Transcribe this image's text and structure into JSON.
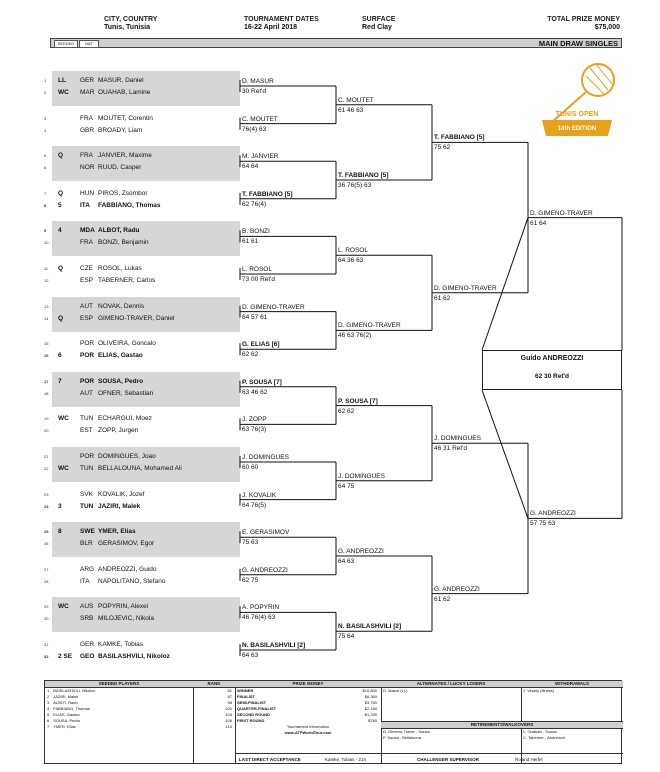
{
  "header": {
    "city_label": "CITY, COUNTRY",
    "city": "Tunis, Tunisia",
    "dates_label": "TOURNAMENT DATES",
    "dates": "16-22 April 2018",
    "surface_label": "SURFACE",
    "surface": "Red Clay",
    "prize_label": "TOTAL PRIZE MONEY",
    "prize": "$75,000",
    "box1": "SEEDED",
    "box2": "NAT",
    "title": "MAIN DRAW SINGLES"
  },
  "logo": {
    "line1": "TUNIS OPEN",
    "line2": "14th EDITION",
    "accent": "#e8a21a"
  },
  "r1": [
    {
      "num": "1",
      "seed": "LL",
      "nat": "GER",
      "name": "MASUR, Daniel",
      "bold": false
    },
    {
      "num": "2",
      "seed": "WC",
      "nat": "MAR",
      "name": "OUAHAB, Lamine",
      "bold": false
    },
    {
      "num": "3",
      "seed": "",
      "nat": "FRA",
      "name": "MOUTET, Corentin",
      "bold": false
    },
    {
      "num": "4",
      "seed": "",
      "nat": "GBR",
      "name": "BROADY, Liam",
      "bold": false
    },
    {
      "num": "5",
      "seed": "Q",
      "nat": "FRA",
      "name": "JANVIER, Maxime",
      "bold": false
    },
    {
      "num": "6",
      "seed": "",
      "nat": "NOR",
      "name": "RUUD, Casper",
      "bold": false
    },
    {
      "num": "7",
      "seed": "Q",
      "nat": "HUN",
      "name": "PIROS, Zsombor",
      "bold": false
    },
    {
      "num": "8",
      "seed": "5",
      "nat": "ITA",
      "name": "FABBIANO, Thomas",
      "bold": true
    },
    {
      "num": "9",
      "seed": "4",
      "nat": "MDA",
      "name": "ALBOT, Radu",
      "bold": true
    },
    {
      "num": "10",
      "seed": "",
      "nat": "FRA",
      "name": "BONZI, Benjamin",
      "bold": false
    },
    {
      "num": "11",
      "seed": "Q",
      "nat": "CZE",
      "name": "ROSOL, Lukas",
      "bold": false
    },
    {
      "num": "12",
      "seed": "",
      "nat": "ESP",
      "name": "TABERNER, Carlos",
      "bold": false
    },
    {
      "num": "13",
      "seed": "",
      "nat": "AUT",
      "name": "NOVAK, Dennis",
      "bold": false
    },
    {
      "num": "14",
      "seed": "Q",
      "nat": "ESP",
      "name": "GIMENO-TRAVER, Daniel",
      "bold": false
    },
    {
      "num": "15",
      "seed": "",
      "nat": "POR",
      "name": "OLIVEIRA, Goncalo",
      "bold": false
    },
    {
      "num": "16",
      "seed": "6",
      "nat": "POR",
      "name": "ELIAS, Gastao",
      "bold": true
    },
    {
      "num": "17",
      "seed": "7",
      "nat": "POR",
      "name": "SOUSA, Pedro",
      "bold": true
    },
    {
      "num": "18",
      "seed": "",
      "nat": "AUT",
      "name": "OFNER, Sebastian",
      "bold": false
    },
    {
      "num": "19",
      "seed": "WC",
      "nat": "TUN",
      "name": "ECHARGUI, Moez",
      "bold": false
    },
    {
      "num": "20",
      "seed": "",
      "nat": "EST",
      "name": "ZOPP, Jurgen",
      "bold": false
    },
    {
      "num": "21",
      "seed": "",
      "nat": "POR",
      "name": "DOMINGUES, Joao",
      "bold": false
    },
    {
      "num": "22",
      "seed": "WC",
      "nat": "TUN",
      "name": "BELLALOUNA, Mohamed Ali",
      "bold": false
    },
    {
      "num": "23",
      "seed": "",
      "nat": "SVK",
      "name": "KOVALIK, Jozef",
      "bold": false
    },
    {
      "num": "24",
      "seed": "3",
      "nat": "TUN",
      "name": "JAZIRI, Malek",
      "bold": true
    },
    {
      "num": "25",
      "seed": "8",
      "nat": "SWE",
      "name": "YMER, Elias",
      "bold": true
    },
    {
      "num": "26",
      "seed": "",
      "nat": "BLR",
      "name": "GERASIMOV, Egor",
      "bold": false
    },
    {
      "num": "27",
      "seed": "",
      "nat": "ARG",
      "name": "ANDREOZZI, Guido",
      "bold": false
    },
    {
      "num": "28",
      "seed": "",
      "nat": "ITA",
      "name": "NAPOLITANO, Stefano",
      "bold": false
    },
    {
      "num": "29",
      "seed": "WC",
      "nat": "AUS",
      "name": "POPYRIN, Alexei",
      "bold": false
    },
    {
      "num": "30",
      "seed": "",
      "nat": "SRB",
      "name": "MILOJEVIC, Nikola",
      "bold": false
    },
    {
      "num": "31",
      "seed": "",
      "nat": "GER",
      "name": "KAMKE, Tobias",
      "bold": false
    },
    {
      "num": "32",
      "seed": "2 SE",
      "nat": "GEO",
      "name": "BASILASHVILI, Nikoloz",
      "bold": true
    }
  ],
  "r2": [
    {
      "name": "D. MASUR",
      "score": "30 Ret'd",
      "bold": false
    },
    {
      "name": "C. MOUTET",
      "score": "76(4) 63",
      "bold": false
    },
    {
      "name": "M. JANVIER",
      "score": "64 64",
      "bold": false
    },
    {
      "name": "T. FABBIANO [5]",
      "score": "62 76(4)",
      "bold": true
    },
    {
      "name": "B. BONZI",
      "score": "61 61",
      "bold": false
    },
    {
      "name": "L. ROSOL",
      "score": "73 00 Ret'd",
      "bold": false
    },
    {
      "name": "D. GIMENO-TRAVER",
      "score": "64 57 61",
      "bold": false
    },
    {
      "name": "G. ELIAS [6]",
      "score": "62 62",
      "bold": true
    },
    {
      "name": "P. SOUSA [7]",
      "score": "63 46 62",
      "bold": true
    },
    {
      "name": "J. ZOPP",
      "score": "63 76(3)",
      "bold": false
    },
    {
      "name": "J. DOMINGUES",
      "score": "60 60",
      "bold": false
    },
    {
      "name": "J. KOVALIK",
      "score": "64 76(5)",
      "bold": false
    },
    {
      "name": "E. GERASIMOV",
      "score": "75 63",
      "bold": false
    },
    {
      "name": "G. ANDREOZZI",
      "score": "62 75",
      "bold": false
    },
    {
      "name": "A. POPYRIN",
      "score": "46 76(4) 63",
      "bold": false
    },
    {
      "name": "N. BASILASHVILI [2]",
      "score": "64 63",
      "bold": true
    }
  ],
  "r3": [
    {
      "name": "C. MOUTET",
      "score": "61 46 63",
      "bold": false
    },
    {
      "name": "T. FABBIANO [5]",
      "score": "36 76(5) 63",
      "bold": true
    },
    {
      "name": "L. ROSOL",
      "score": "64 36 63",
      "bold": false
    },
    {
      "name": "D. GIMENO-TRAVER",
      "score": "46 63 76(2)",
      "bold": false
    },
    {
      "name": "P. SOUSA [7]",
      "score": "62 62",
      "bold": true
    },
    {
      "name": "J. DOMINGUES",
      "score": "64 75",
      "bold": false
    },
    {
      "name": "G. ANDREOZZI",
      "score": "64 63",
      "bold": false
    },
    {
      "name": "N. BASILASHVILI [2]",
      "score": "75 64",
      "bold": true
    }
  ],
  "qf": [
    {
      "name": "T. FABBIANO [5]",
      "score": "75 62",
      "bold": true
    },
    {
      "name": "D. GIMENO-TRAVER",
      "score": "61 62",
      "bold": false
    },
    {
      "name": "J. DOMINGUES",
      "score": "46 31 Ret'd",
      "bold": false
    },
    {
      "name": "G. ANDREOZZI",
      "score": "61 62",
      "bold": false
    }
  ],
  "sf": [
    {
      "name": "D. GIMENO-TRAVER",
      "score": "61 64",
      "bold": false
    },
    {
      "name": "G. ANDREOZZI",
      "score": "57 75 63",
      "bold": false
    }
  ],
  "final": {
    "name": "Guido ANDREOZZI",
    "score": "62 30 Ret'd"
  },
  "footer": {
    "seeded_header": "SEEDED PLAYERS",
    "rank_header": "RANK",
    "seeded": [
      {
        "n": "1",
        "name": "BASILASHVILI, Nikoloz",
        "rank": "81"
      },
      {
        "n": "2",
        "name": "JAZIRI, Malek",
        "rank": "87"
      },
      {
        "n": "3",
        "name": "ALBOT, Radu",
        "rank": "98"
      },
      {
        "n": "4",
        "name": "FABBIANO, Thomas",
        "rank": "100"
      },
      {
        "n": "5",
        "name": "ELIAS, Gastao",
        "rank": "104"
      },
      {
        "n": "6",
        "name": "SOUSA, Pedro",
        "rank": "106"
      },
      {
        "n": "7",
        "name": "YMER, Elias",
        "rank": "110"
      }
    ],
    "prize_header": "PRIZE MONEY",
    "prize": [
      {
        "r": "WINNER",
        "m": "$10,800"
      },
      {
        "r": "FINALIST",
        "m": "$6,360"
      },
      {
        "r": "SEMI-FINALIST",
        "m": "$3,760"
      },
      {
        "r": "QUARTER-FINALIST",
        "m": "$2,180"
      },
      {
        "r": "SECOND ROUND",
        "m": "$1,290"
      },
      {
        "r": "FIRST ROUND",
        "m": "$780"
      }
    ],
    "alt_header": "ALTERNATES / LUCKY LOSERS",
    "alt": "D. Masur (LL)",
    "withdrawals_header": "WITHDRAWALS",
    "withdrawals": "J. Vesely (Illness)",
    "ret_header": "RETIREMENTS/WALKOVERS",
    "ret": [
      "D. Gimeno-Traver - Sousa",
      "P. Sousa - Bellalouna"
    ],
    "ret2": [
      "L. Ouahab - Sousa",
      "C. Taberner - Andreozzi"
    ],
    "site_label": "Tournament Information",
    "site": "www.ATPWorldTour.com",
    "last_direct_label": "LAST DIRECT ACCEPTANCE",
    "last_direct": "Kamke, Tobias - 214",
    "supervisor_label": "CHALLENGER SUPERVISOR",
    "supervisor": "Roland Herfel"
  }
}
